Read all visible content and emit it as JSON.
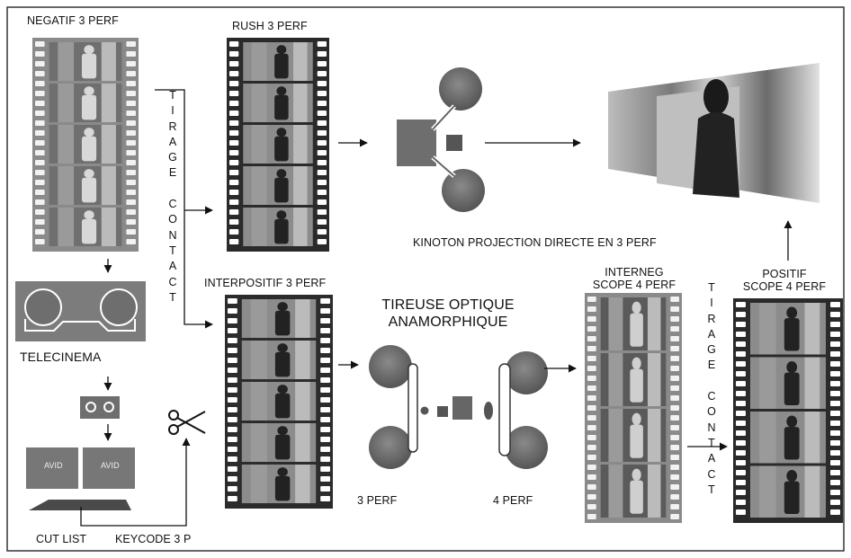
{
  "labels": {
    "negatif": "NEGATIF 3 PERF",
    "rush": "RUSH 3 PERF",
    "telecinema": "TELECINEMA",
    "interpositif": "INTERPOSITIF 3 PERF",
    "kinoton": "KINOTON PROJECTION DIRECTE EN 3 PERF",
    "tireuse_line1": "TIREUSE OPTIQUE",
    "tireuse_line2": "ANAMORPHIQUE",
    "interneg_line1": "INTERNEG",
    "interneg_line2": "SCOPE 4 PERF",
    "positif_line1": "POSITIF",
    "positif_line2": "SCOPE 4 PERF",
    "perf3": "3 PERF",
    "perf4": "4 PERF",
    "cut_list": "CUT LIST",
    "keycode": "KEYCODE 3 P",
    "avid_left": "AVID",
    "avid_right": "AVID"
  },
  "vertical_labels": {
    "tirage_contact_1": [
      "T",
      "I",
      "R",
      "A",
      "G",
      "E",
      "",
      "C",
      "O",
      "N",
      "T",
      "A",
      "C",
      "T"
    ],
    "tirage_contact_2": [
      "T",
      "I",
      "R",
      "A",
      "G",
      "E",
      "",
      "C",
      "O",
      "N",
      "T",
      "A",
      "C",
      "T"
    ]
  },
  "icons": {
    "scissors": "scissors-icon",
    "tape_reels": "tape-reels-icon",
    "cassette": "cassette-icon",
    "projector": "projector-icon",
    "optical_printer": "optical-printer-icon",
    "screen": "projection-screen-icon",
    "monitors": "editing-monitors-icon"
  }
}
